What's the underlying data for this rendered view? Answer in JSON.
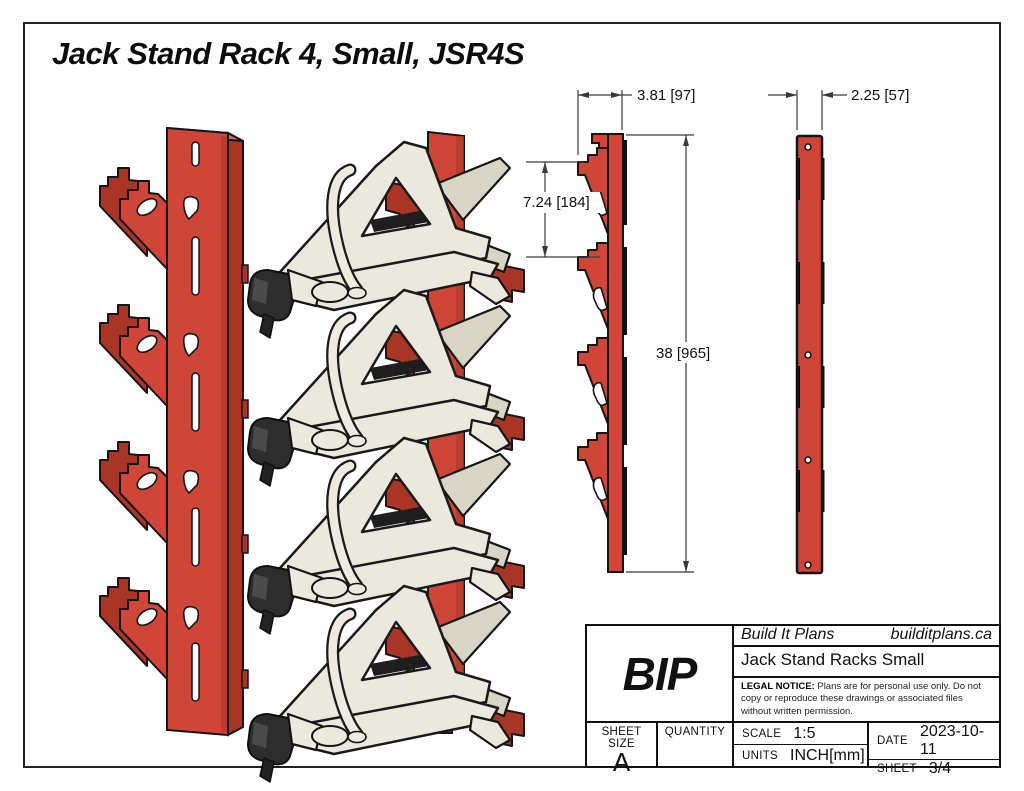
{
  "title": "Jack Stand Rack 4, Small, JSR4S",
  "dimensions": {
    "rack_depth": "3.81 [97]",
    "rail_width": "2.25 [57]",
    "hook_spacing": "7.24 [184]",
    "rack_height": "38 [965]"
  },
  "title_block": {
    "logo": "BIP",
    "company_name": "Build It Plans",
    "website": "builditplans.ca",
    "drawing_title": "Jack Stand Racks Small",
    "legal_notice_label": "LEGAL NOTICE:",
    "legal_notice_text": " Plans are for personal use only. Do not copy or reproduce these drawings or associated files without written permission.",
    "sheet_size_label": "SHEET SIZE",
    "sheet_size_value": "A",
    "quantity_label": "QUANTITY",
    "quantity_value": "",
    "scale_label": "SCALE",
    "scale_value": "1:5",
    "units_label": "UNITS",
    "units_value": "INCH[mm]",
    "date_label": "DATE",
    "date_value": "2023-10-11",
    "sheet_label": "SHEET",
    "sheet_value": "3/4"
  },
  "colors": {
    "rack_red": "#cf4638",
    "rack_red_dark": "#a93526",
    "stand_cream": "#ebe8dd",
    "clamp_black": "#2d2d2d"
  }
}
